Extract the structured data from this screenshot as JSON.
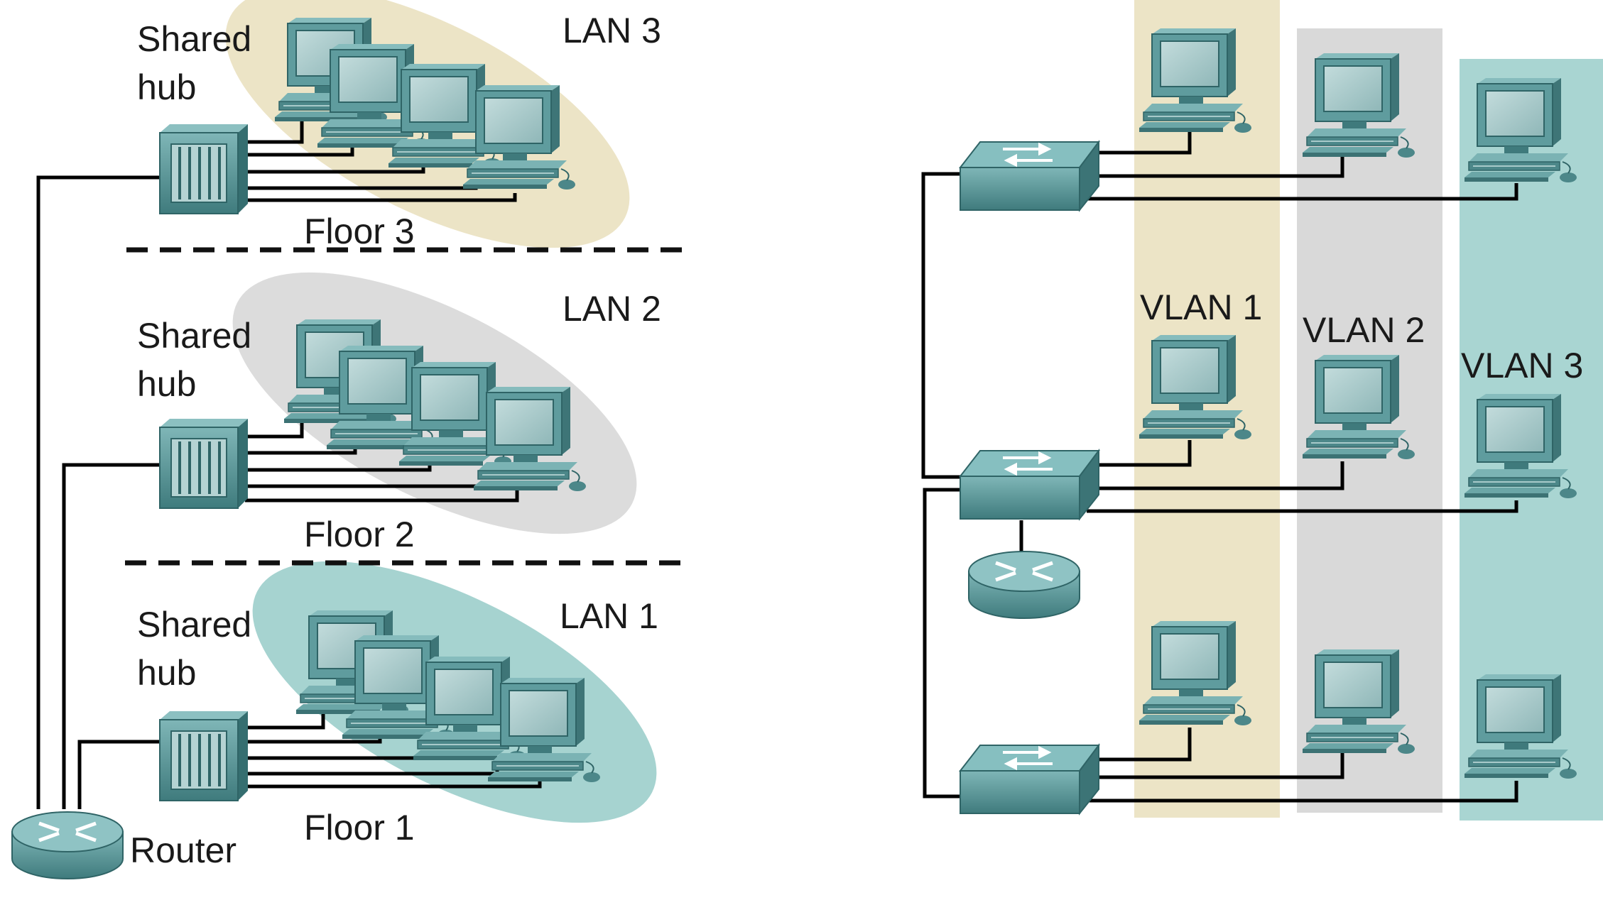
{
  "left_diagram": {
    "floors": [
      {
        "floor_label": "Floor 3",
        "lan_label": "LAN 3",
        "hub_label_1": "Shared",
        "hub_label_2": "hub",
        "lan_color": "#ece4c6"
      },
      {
        "floor_label": "Floor 2",
        "lan_label": "LAN 2",
        "hub_label_1": "Shared",
        "hub_label_2": "hub",
        "lan_color": "#dcdcdc"
      },
      {
        "floor_label": "Floor 1",
        "lan_label": "LAN 1",
        "hub_label_1": "Shared",
        "hub_label_2": "hub",
        "lan_color": "#a6d3d0"
      }
    ],
    "router_label": "Router"
  },
  "right_diagram": {
    "vlans": [
      {
        "label": "VLAN 1",
        "color": "#ece4c6"
      },
      {
        "label": "VLAN 2",
        "color": "#d9d9d9"
      },
      {
        "label": "VLAN 3",
        "color": "#a9d5d2"
      }
    ]
  },
  "colors": {
    "device_teal": "#5e9ea0",
    "device_dark": "#2f6466",
    "screen": "#a7cbcb",
    "link": "#000000"
  },
  "icons": [
    "pc-icon",
    "hub-icon",
    "switch-icon",
    "router-icon"
  ]
}
